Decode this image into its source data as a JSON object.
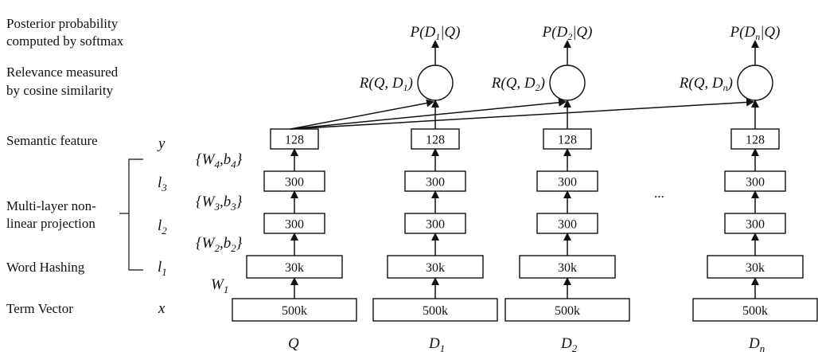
{
  "left_labels": {
    "posterior_line1": "Posterior probability",
    "posterior_line2": "computed by softmax",
    "relevance_line1": "Relevance measured",
    "relevance_line2": "by cosine similarity",
    "semantic": "Semantic feature",
    "multilayer_line1": "Multi-layer non-",
    "multilayer_line2": "linear projection",
    "hashing": "Word Hashing",
    "term_vector": "Term Vector"
  },
  "layer_symbols": {
    "y": "y",
    "l3": "l",
    "l3_sub": "3",
    "l2": "l",
    "l2_sub": "2",
    "l1": "l",
    "l1_sub": "1",
    "x": "x"
  },
  "weights": {
    "w4": "{W",
    "w4_sub": "4",
    "w4_mid": ",b",
    "w4_sub2": "4",
    "w4_end": "}",
    "w3": "{W",
    "w3_sub": "3",
    "w3_mid": ",b",
    "w3_sub2": "3",
    "w3_end": "}",
    "w2": "{W",
    "w2_sub": "2",
    "w2_mid": ",b",
    "w2_sub2": "2",
    "w2_end": "}",
    "w1": "W",
    "w1_sub": "1"
  },
  "layer_sizes": {
    "semantic": "128",
    "hidden3": "300",
    "hidden2": "300",
    "hashing": "30k",
    "input": "500k"
  },
  "columns": [
    {
      "label": "Q",
      "sub": ""
    },
    {
      "label": "D",
      "sub": "1"
    },
    {
      "label": "D",
      "sub": "2"
    },
    {
      "label": "D",
      "sub": "n"
    }
  ],
  "relevance": [
    {
      "pre": "R(Q, D",
      "sub": "1",
      "post": ")"
    },
    {
      "pre": "R(Q, D",
      "sub": "2",
      "post": ")"
    },
    {
      "pre": "R(Q, D",
      "sub": "n",
      "post": ")"
    }
  ],
  "posterior": [
    {
      "pre": "P(D",
      "sub": "1",
      "post": "|Q)"
    },
    {
      "pre": "P(D",
      "sub": "2",
      "post": "|Q)"
    },
    {
      "pre": "P(D",
      "sub": "n",
      "post": "|Q)"
    }
  ],
  "ellipsis": "..."
}
